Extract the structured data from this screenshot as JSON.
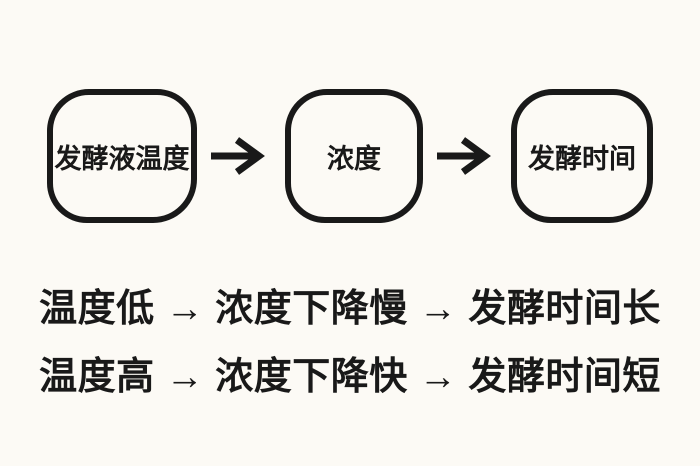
{
  "flow": {
    "nodes": [
      {
        "label": "发酵液温度"
      },
      {
        "label": "浓度"
      },
      {
        "label": "发酵时间"
      }
    ],
    "arrow_symbol": "→"
  },
  "notes": {
    "line1": "温度低 → 浓度下降慢 → 发酵时间长",
    "line2": "温度高 → 浓度下降快 → 发酵时间短"
  },
  "colors": {
    "background": "#fcfaf5",
    "ink": "#191919"
  }
}
